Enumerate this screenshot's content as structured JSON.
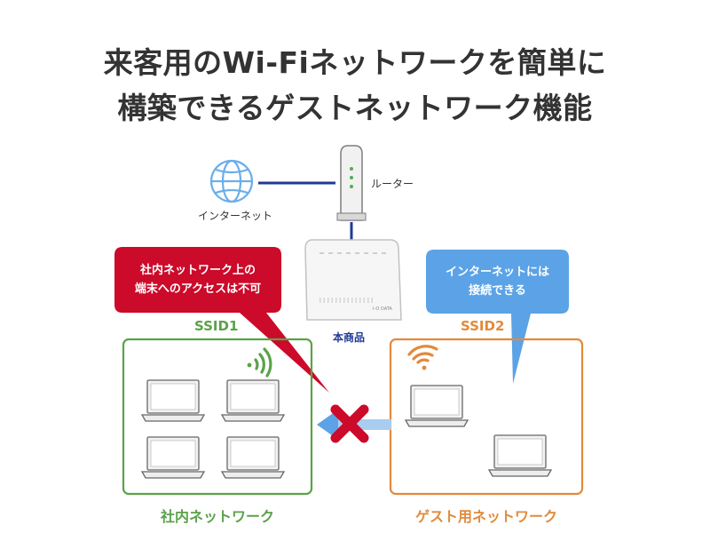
{
  "title": {
    "line1": "来客用のWi-Fiネットワークを簡単に",
    "line2": "構築できるゲストネットワーク機能"
  },
  "labels": {
    "internet": "インターネット",
    "router": "ルーター",
    "product": "本商品",
    "ssid1": "SSID1",
    "ssid2": "SSID2",
    "internal_network": "社内ネットワーク",
    "guest_network": "ゲスト用ネットワーク",
    "device_brand": "I-O DATA"
  },
  "callouts": {
    "blocked": {
      "line1": "社内ネットワーク上の",
      "line2": "端末へのアクセスは不可"
    },
    "allowed": {
      "line1": "インターネットには",
      "line2": "接続できる"
    }
  },
  "colors": {
    "title_text": "#333333",
    "internal_green": "#5aa24a",
    "guest_orange": "#e28a3a",
    "blocked_red": "#cc0a2a",
    "allowed_blue": "#5ba3e6",
    "link_navy": "#1f3a93",
    "globe_blue": "#6aaeea"
  },
  "icons": [
    "globe-icon",
    "router-icon",
    "product-device-icon",
    "wifi-icon",
    "laptop-icon",
    "blocked-x-icon",
    "arrow-left-icon"
  ]
}
